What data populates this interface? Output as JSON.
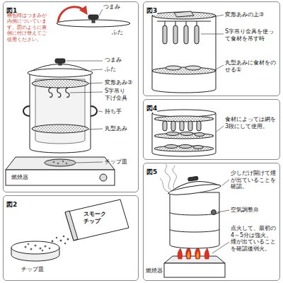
{
  "diagram": {
    "nodes": [
      {
        "text": [
          "図1"
        ]
      },
      {
        "text": [
          "図2"
        ]
      },
      {
        "text": [
          "図3"
        ]
      },
      {
        "text": [
          "図4"
        ]
      },
      {
        "text": [
          "図5"
        ]
      }
    ],
    "labels": [
      "梱包時はつまみが内側についています。図のように表側に付け替えてご使用ください。",
      "つまみ",
      "ふた",
      "つまみ",
      "ふた",
      "変形あみ③",
      "S字吊り下げ金具",
      "持ち手",
      "丸型あみ",
      "チップ皿",
      "燃焼器",
      "スモーク チップ",
      "チップ皿",
      "変形あみの上③",
      "S字吊り金具を使って食材を吊す時",
      "丸型あみに食材をのせる①",
      "食材によっては網を3段にして使用。",
      "少しだけ開けて煙が出ていることを確認。",
      "空気調整弁",
      "点火して、最初の4～5分は強火。煙が出ていることを確認後弱火。",
      "燃焼器"
    ]
  }
}
